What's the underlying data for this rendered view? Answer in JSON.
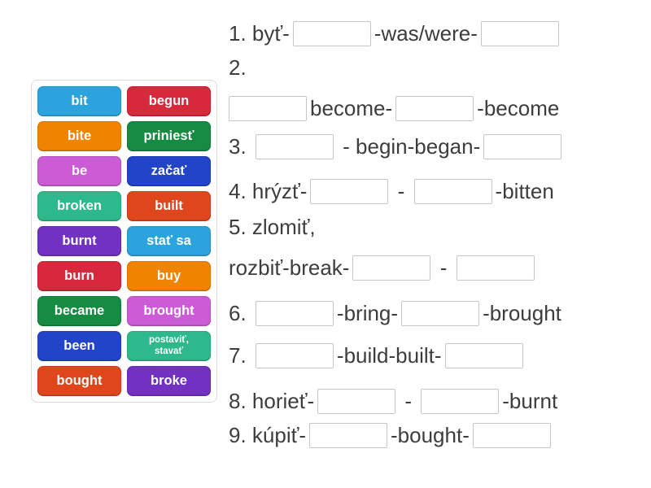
{
  "page": {
    "background": "#ffffff"
  },
  "word_bank": {
    "tiles": [
      {
        "label": "bit",
        "color": "#2BA3DC",
        "small": false
      },
      {
        "label": "begun",
        "color": "#D6293C",
        "small": false
      },
      {
        "label": "bite",
        "color": "#F08300",
        "small": false
      },
      {
        "label": "priniesť",
        "color": "#168B42",
        "small": false
      },
      {
        "label": "be",
        "color": "#CB5CD6",
        "small": false
      },
      {
        "label": "začať",
        "color": "#2244C8",
        "small": false
      },
      {
        "label": "broken",
        "color": "#2DB98B",
        "small": false
      },
      {
        "label": "built",
        "color": "#E0461B",
        "small": false
      },
      {
        "label": "burnt",
        "color": "#7231C1",
        "small": false
      },
      {
        "label": "stať sa",
        "color": "#2BA3DC",
        "small": false
      },
      {
        "label": "burn",
        "color": "#D6293C",
        "small": false
      },
      {
        "label": "buy",
        "color": "#F08300",
        "small": false
      },
      {
        "label": "became",
        "color": "#168B42",
        "small": false
      },
      {
        "label": "brought",
        "color": "#CB5CD6",
        "small": false
      },
      {
        "label": "been",
        "color": "#2244C8",
        "small": false
      },
      {
        "label": "postaviť, stavať",
        "color": "#2DB98B",
        "small": true
      },
      {
        "label": "bought",
        "color": "#E0461B",
        "small": false
      },
      {
        "label": "broke",
        "color": "#7231C1",
        "small": false
      }
    ]
  },
  "exercise": {
    "lines": [
      {
        "item": "1",
        "tokens": [
          {
            "text": "1. byť-"
          },
          {
            "blank": true
          },
          {
            "text": "-was/were-"
          },
          {
            "blank": true
          }
        ]
      },
      {
        "item": "2",
        "tokens": [
          {
            "text": "2."
          }
        ]
      },
      {
        "item": "2-cont",
        "tokens": [
          {
            "blank": true
          },
          {
            "text": "become-"
          },
          {
            "blank": true
          },
          {
            "text": "-become"
          }
        ]
      },
      {
        "item": "3",
        "tokens": [
          {
            "text": "3. "
          },
          {
            "blank": true
          },
          {
            "text": " - begin-began-"
          },
          {
            "blank": true
          }
        ]
      },
      {
        "item": "4",
        "tokens": [
          {
            "text": "4. hrýzť-"
          },
          {
            "blank": true
          },
          {
            "text": " - "
          },
          {
            "blank": true
          },
          {
            "text": "-bitten"
          }
        ]
      },
      {
        "item": "5",
        "tokens": [
          {
            "text": "5. zlomiť,"
          }
        ]
      },
      {
        "item": "5-cont",
        "tokens": [
          {
            "text": "rozbiť-break-"
          },
          {
            "blank": true
          },
          {
            "text": " - "
          },
          {
            "blank": true
          }
        ]
      },
      {
        "item": "6",
        "tokens": [
          {
            "text": "6. "
          },
          {
            "blank": true
          },
          {
            "text": "-bring-"
          },
          {
            "blank": true
          },
          {
            "text": "-brought"
          }
        ]
      },
      {
        "item": "7",
        "tokens": [
          {
            "text": "7. "
          },
          {
            "blank": true
          },
          {
            "text": "-build-built-"
          },
          {
            "blank": true
          }
        ]
      },
      {
        "item": "8",
        "tokens": [
          {
            "text": "8. horieť-"
          },
          {
            "blank": true
          },
          {
            "text": " - "
          },
          {
            "blank": true
          },
          {
            "text": "-burnt"
          }
        ]
      },
      {
        "item": "9",
        "tokens": [
          {
            "text": "9. kúpiť-"
          },
          {
            "blank": true
          },
          {
            "text": "-bought-"
          },
          {
            "blank": true
          }
        ]
      }
    ]
  },
  "colors": {
    "text": "#3D3D3D",
    "blank_border": "#C6C6C6",
    "panel_border": "#DBDBDB"
  }
}
